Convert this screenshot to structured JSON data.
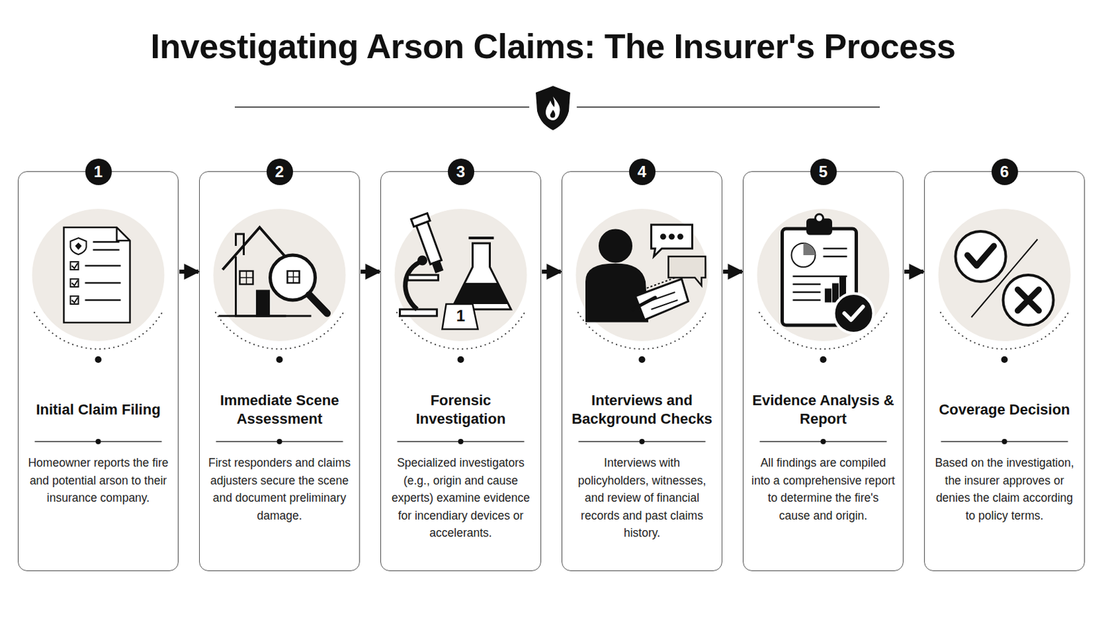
{
  "diagram": {
    "title": "Investigating Arson Claims: The Insurer's Process",
    "nodes": [
      {
        "text": [
          "Initial Claim Filing",
          "Homeowner reports the fire and potential arson to their insurance company."
        ]
      },
      {
        "text": [
          "1"
        ],
        "in": 0
      },
      {
        "text": [
          "Immediate Scene Assessment",
          "First responders and claims adjusters secure the scene and document preliminary damage."
        ]
      },
      {
        "text": [
          "2"
        ],
        "in": 2
      },
      {
        "text": [
          "Forensic Investigation",
          "Specialized investigators (e.g., origin and cause experts) examine evidence for incendiary devices or accelerants."
        ]
      },
      {
        "text": [
          "3"
        ],
        "in": 4
      },
      {
        "text": [
          "Interviews and Background Checks",
          "Interviews with policyholders, witnesses, and review of financial records and past claims history."
        ]
      },
      {
        "text": [
          "4"
        ],
        "in": 6
      },
      {
        "text": [
          "Evidence Analysis & Report",
          "All findings are compiled into a comprehensive report to determine the fire's cause and origin."
        ]
      },
      {
        "text": [
          "5"
        ],
        "in": 8
      },
      {
        "text": [
          "Coverage Decision",
          "Based on the investigation, the insurer approves or denies the claim according to policy terms."
        ]
      },
      {
        "text": [
          "6"
        ],
        "in": 10
      }
    ],
    "edges": [
      {
        "from": 0,
        "to": 2,
        "arrow": "to"
      },
      {
        "from": 2,
        "to": 4,
        "arrow": "to"
      },
      {
        "from": 4,
        "to": 6,
        "arrow": "to"
      },
      {
        "from": 6,
        "to": 8,
        "arrow": "to"
      },
      {
        "from": 8,
        "to": 10,
        "arrow": "to"
      }
    ],
    "labels": [
      "1"
    ]
  }
}
